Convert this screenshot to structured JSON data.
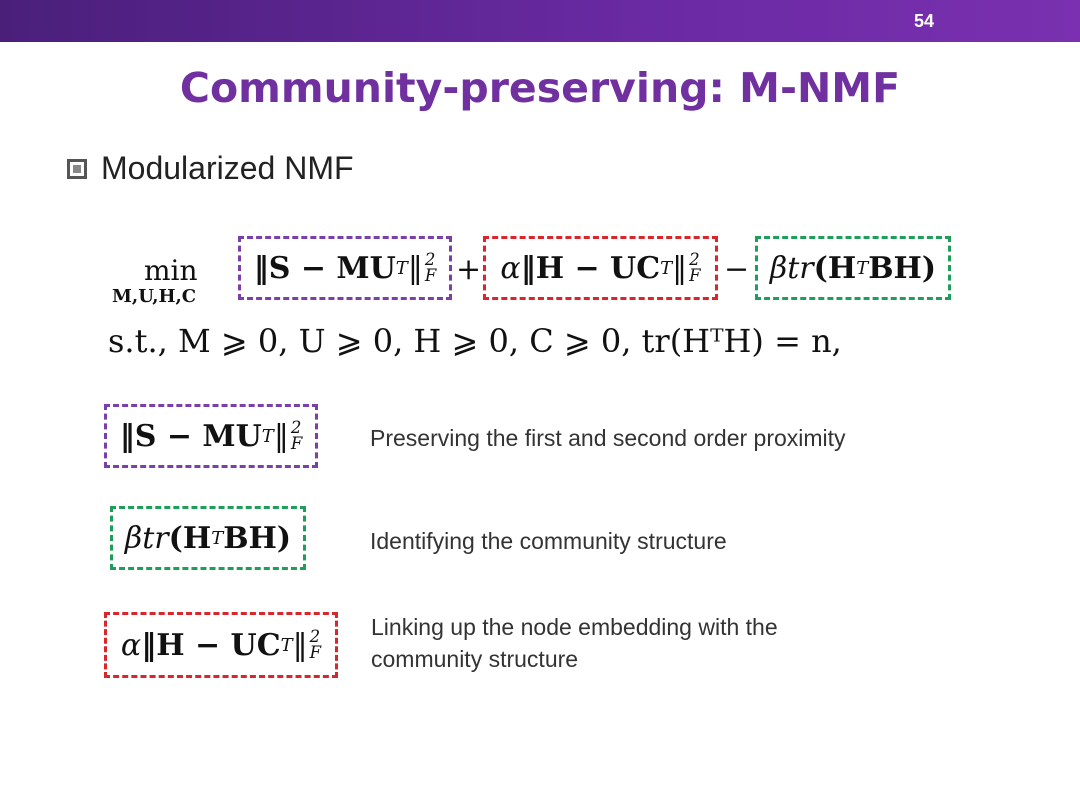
{
  "slide": {
    "number": "54",
    "title": "Community-preserving: M-NMF",
    "bullet": "Modularized NMF"
  },
  "equation": {
    "min_word": "min",
    "min_subscript": "M,U,H,C",
    "term1": "‖S − MU",
    "term2_alpha": "α",
    "term2": "‖H − UC",
    "term3_beta": "βtr",
    "term3": "(H",
    "term3_end": "BH)",
    "sup_T": "T",
    "sup_2": "2",
    "sub_F": "F",
    "norm_close": "‖",
    "plus": "+",
    "minus": "−",
    "constraint": "s.t., M ⩾ 0, U ⩾ 0, H ⩾ 0, C ⩾ 0, tr(HᵀH) = n,"
  },
  "legend": [
    {
      "text": "Preserving the first and second order proximity",
      "color": "#7a3fa8"
    },
    {
      "text": "Identifying the community structure",
      "color": "#1f9e5a"
    },
    {
      "text": "Linking up the node embedding with the community structure",
      "line1": "Linking up the node embedding with the",
      "line2": "community structure",
      "color": "#d8262b"
    }
  ]
}
